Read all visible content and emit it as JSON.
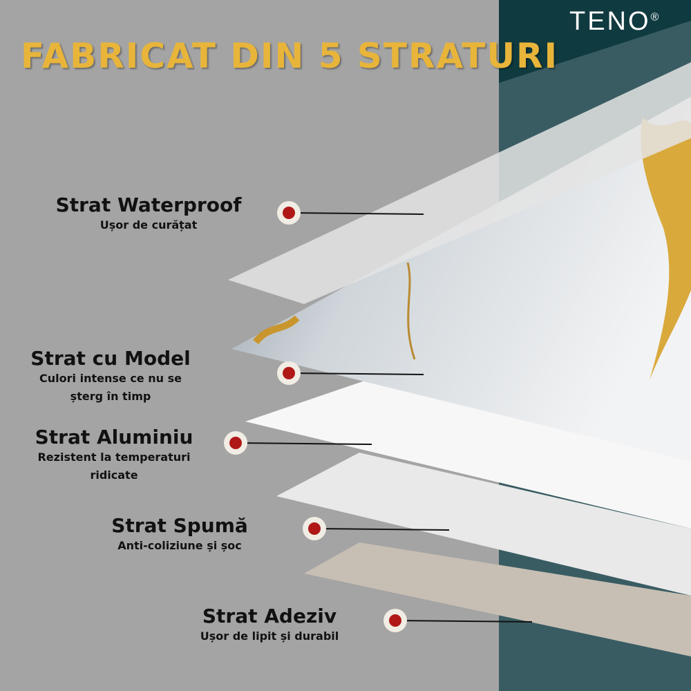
{
  "brand": "TENO",
  "brand_mark": "®",
  "title": "FABRICAT DIN 5 STRATURI",
  "layers": [
    {
      "name": "Strat Waterproof",
      "desc": "Ușor de curățat"
    },
    {
      "name": "Strat cu Model",
      "desc": "Culori intense ce nu se șterg în timp"
    },
    {
      "name": "Strat Aluminiu",
      "desc": "Rezistent la temperaturi ridicate"
    },
    {
      "name": "Strat Spumă",
      "desc": "Anti-coliziune și șoc"
    },
    {
      "name": "Strat Adeziv",
      "desc": "Ușor de lipit și durabil"
    }
  ],
  "colors": {
    "background": "#a4a4a4",
    "panel": "#0f3a40",
    "title": "#e8b53a",
    "marker": "#b01818"
  }
}
